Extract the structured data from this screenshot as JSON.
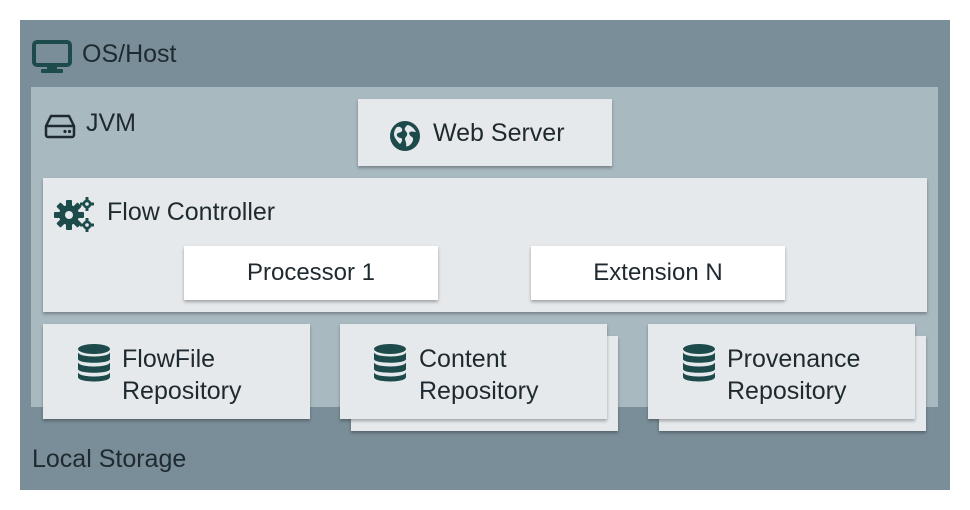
{
  "os_host": {
    "label": "OS/Host",
    "icon": "monitor-icon"
  },
  "jvm": {
    "label": "JVM",
    "icon": "hard-drive-icon"
  },
  "web_server": {
    "label": "Web Server",
    "icon": "globe-icon"
  },
  "flow_controller": {
    "label": "Flow Controller",
    "icon": "gears-icon",
    "processor": "Processor 1",
    "extension": "Extension N"
  },
  "repositories": [
    {
      "line1": "FlowFile",
      "line2": "Repository",
      "icon": "database-icon"
    },
    {
      "line1": "Content",
      "line2": "Repository",
      "icon": "database-icon"
    },
    {
      "line1": "Provenance",
      "line2": "Repository",
      "icon": "database-icon"
    }
  ],
  "local_storage": {
    "label": "Local Storage"
  },
  "colors": {
    "os_host_bg": "#7a8e99",
    "jvm_bg": "#a9b9c0",
    "panel_bg": "#e5e9eb",
    "icon_dark": "#1d4a4a",
    "text": "#1f2a30"
  }
}
